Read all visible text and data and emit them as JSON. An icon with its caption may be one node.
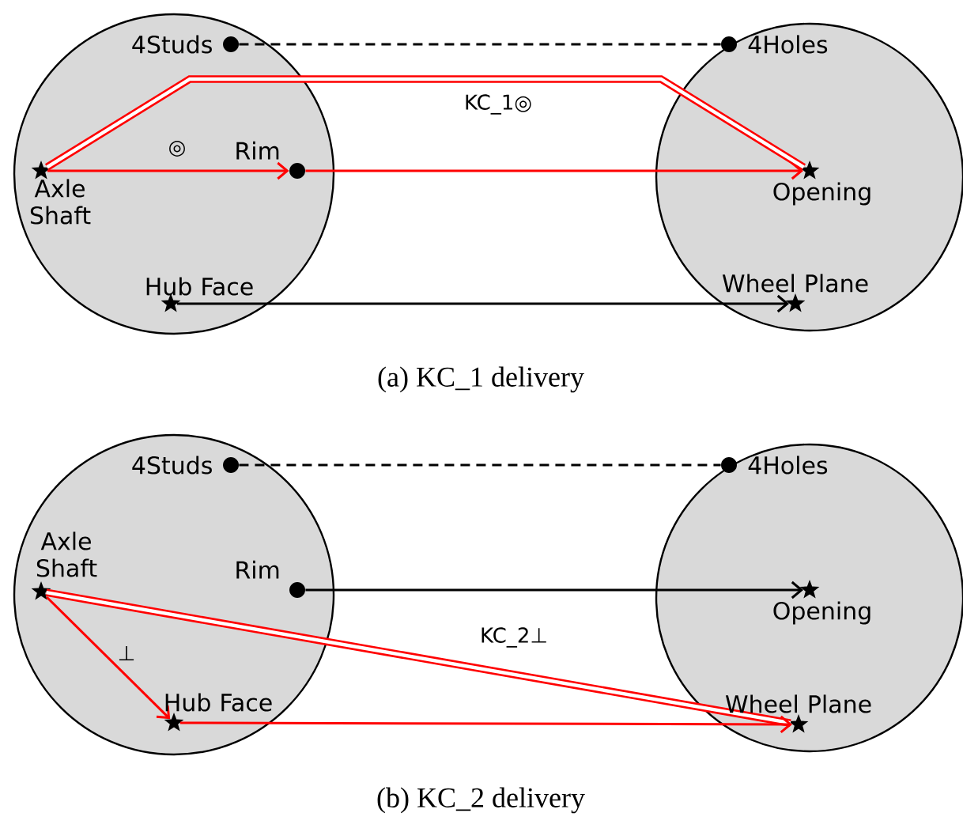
{
  "diagram": {
    "nodes": [
      {
        "text": [],
        "shape": "circle"
      },
      {
        "text": [],
        "shape": "circle"
      },
      {
        "text": [],
        "shape": "dot",
        "beside": [
          "4Studs"
        ],
        "in": 0
      },
      {
        "text": [],
        "shape": "dot",
        "beside": [
          "4Holes"
        ],
        "in": 1
      },
      {
        "text": [],
        "shape": "star",
        "beside": [
          "Axle Shaft"
        ],
        "in": 0
      },
      {
        "text": [],
        "shape": "dot",
        "beside": [
          "Rim"
        ],
        "in": 0
      },
      {
        "text": [],
        "shape": "star",
        "beside": [
          "Opening"
        ],
        "in": 1
      },
      {
        "text": [],
        "shape": "star",
        "beside": [
          "Hub Face"
        ],
        "in": 0
      },
      {
        "text": [],
        "shape": "star",
        "beside": [
          "Wheel Plane"
        ],
        "in": 1
      },
      {
        "text": [],
        "shape": "circle"
      },
      {
        "text": [],
        "shape": "circle"
      },
      {
        "text": [],
        "shape": "dot",
        "beside": [
          "4Studs"
        ],
        "in": 9
      },
      {
        "text": [],
        "shape": "dot",
        "beside": [
          "4Holes"
        ],
        "in": 10
      },
      {
        "text": [],
        "shape": "star",
        "beside": [
          "Axle Shaft"
        ],
        "in": 9
      },
      {
        "text": [],
        "shape": "dot",
        "beside": [
          "Rim"
        ],
        "in": 9
      },
      {
        "text": [],
        "shape": "star",
        "beside": [
          "Opening"
        ],
        "in": 10
      },
      {
        "text": [],
        "shape": "star",
        "beside": [
          "Hub Face"
        ],
        "in": 9
      },
      {
        "text": [],
        "shape": "star",
        "beside": [
          "Wheel Plane"
        ],
        "in": 10
      }
    ],
    "edges": [
      {
        "from": 2,
        "to": 3,
        "arrow": "none",
        "style": "dashed",
        "color": "#000000"
      },
      {
        "from": 4,
        "to": 5,
        "arrow": "to",
        "label": "◎",
        "color": "#ff0000"
      },
      {
        "from": 5,
        "to": 6,
        "arrow": "to",
        "color": "#ff0000"
      },
      {
        "from": 4,
        "to": 6,
        "arrow": "none",
        "style": "thick",
        "label": "KC_1◎",
        "color": "#ff0000"
      },
      {
        "from": 7,
        "to": 8,
        "arrow": "to",
        "color": "#000000"
      },
      {
        "from": 11,
        "to": 12,
        "arrow": "none",
        "style": "dashed",
        "color": "#000000"
      },
      {
        "from": 14,
        "to": 15,
        "arrow": "to",
        "color": "#000000"
      },
      {
        "from": 13,
        "to": 16,
        "arrow": "to",
        "label": "⊥",
        "color": "#ff0000"
      },
      {
        "from": 13,
        "to": 17,
        "arrow": "none",
        "style": "thick",
        "label": "KC_2⊥",
        "color": "#ff0000"
      },
      {
        "from": 16,
        "to": 17,
        "arrow": "to",
        "color": "#ff0000"
      }
    ],
    "labels": [
      "(a) KC_1 delivery",
      "(b) KC_2 delivery"
    ]
  }
}
